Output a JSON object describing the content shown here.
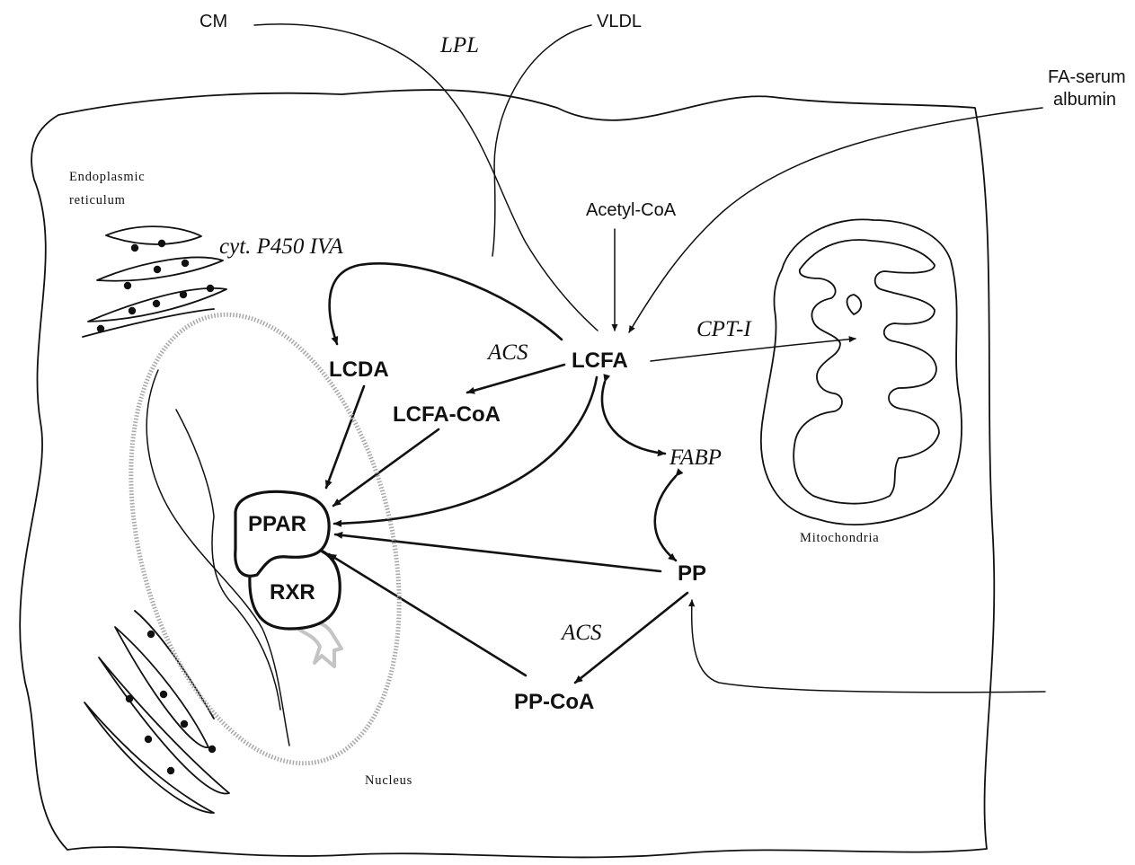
{
  "labels": {
    "cm": "CM",
    "vldl": "VLDL",
    "lpl": "LPL",
    "fa_serum_albumin_line1": "FA-serum",
    "fa_serum_albumin_line2": "albumin",
    "endoplasmic_line1": "Endoplasmic",
    "endoplasmic_line2": "reticulum",
    "cyt_p450": "cyt.  P450  IVA",
    "acetyl_coa": "Acetyl-CoA",
    "lcda": "LCDA",
    "acs_top": "ACS",
    "lcfa": "LCFA",
    "cpt1": "CPT-I",
    "lcfa_coa": "LCFA-CoA",
    "fabp": "FABP",
    "ppar": "PPAR",
    "rxr": "RXR",
    "mitochondria": "Mitochondria",
    "pp": "PP",
    "acs_bottom": "ACS",
    "pp_coa": "PP-CoA",
    "nucleus": "Nucleus"
  },
  "colors": {
    "ink": "#111111",
    "nucleus_outline": "#a8a8a8",
    "transcription_arrow": "#c4c4c4",
    "background": "#ffffff"
  }
}
